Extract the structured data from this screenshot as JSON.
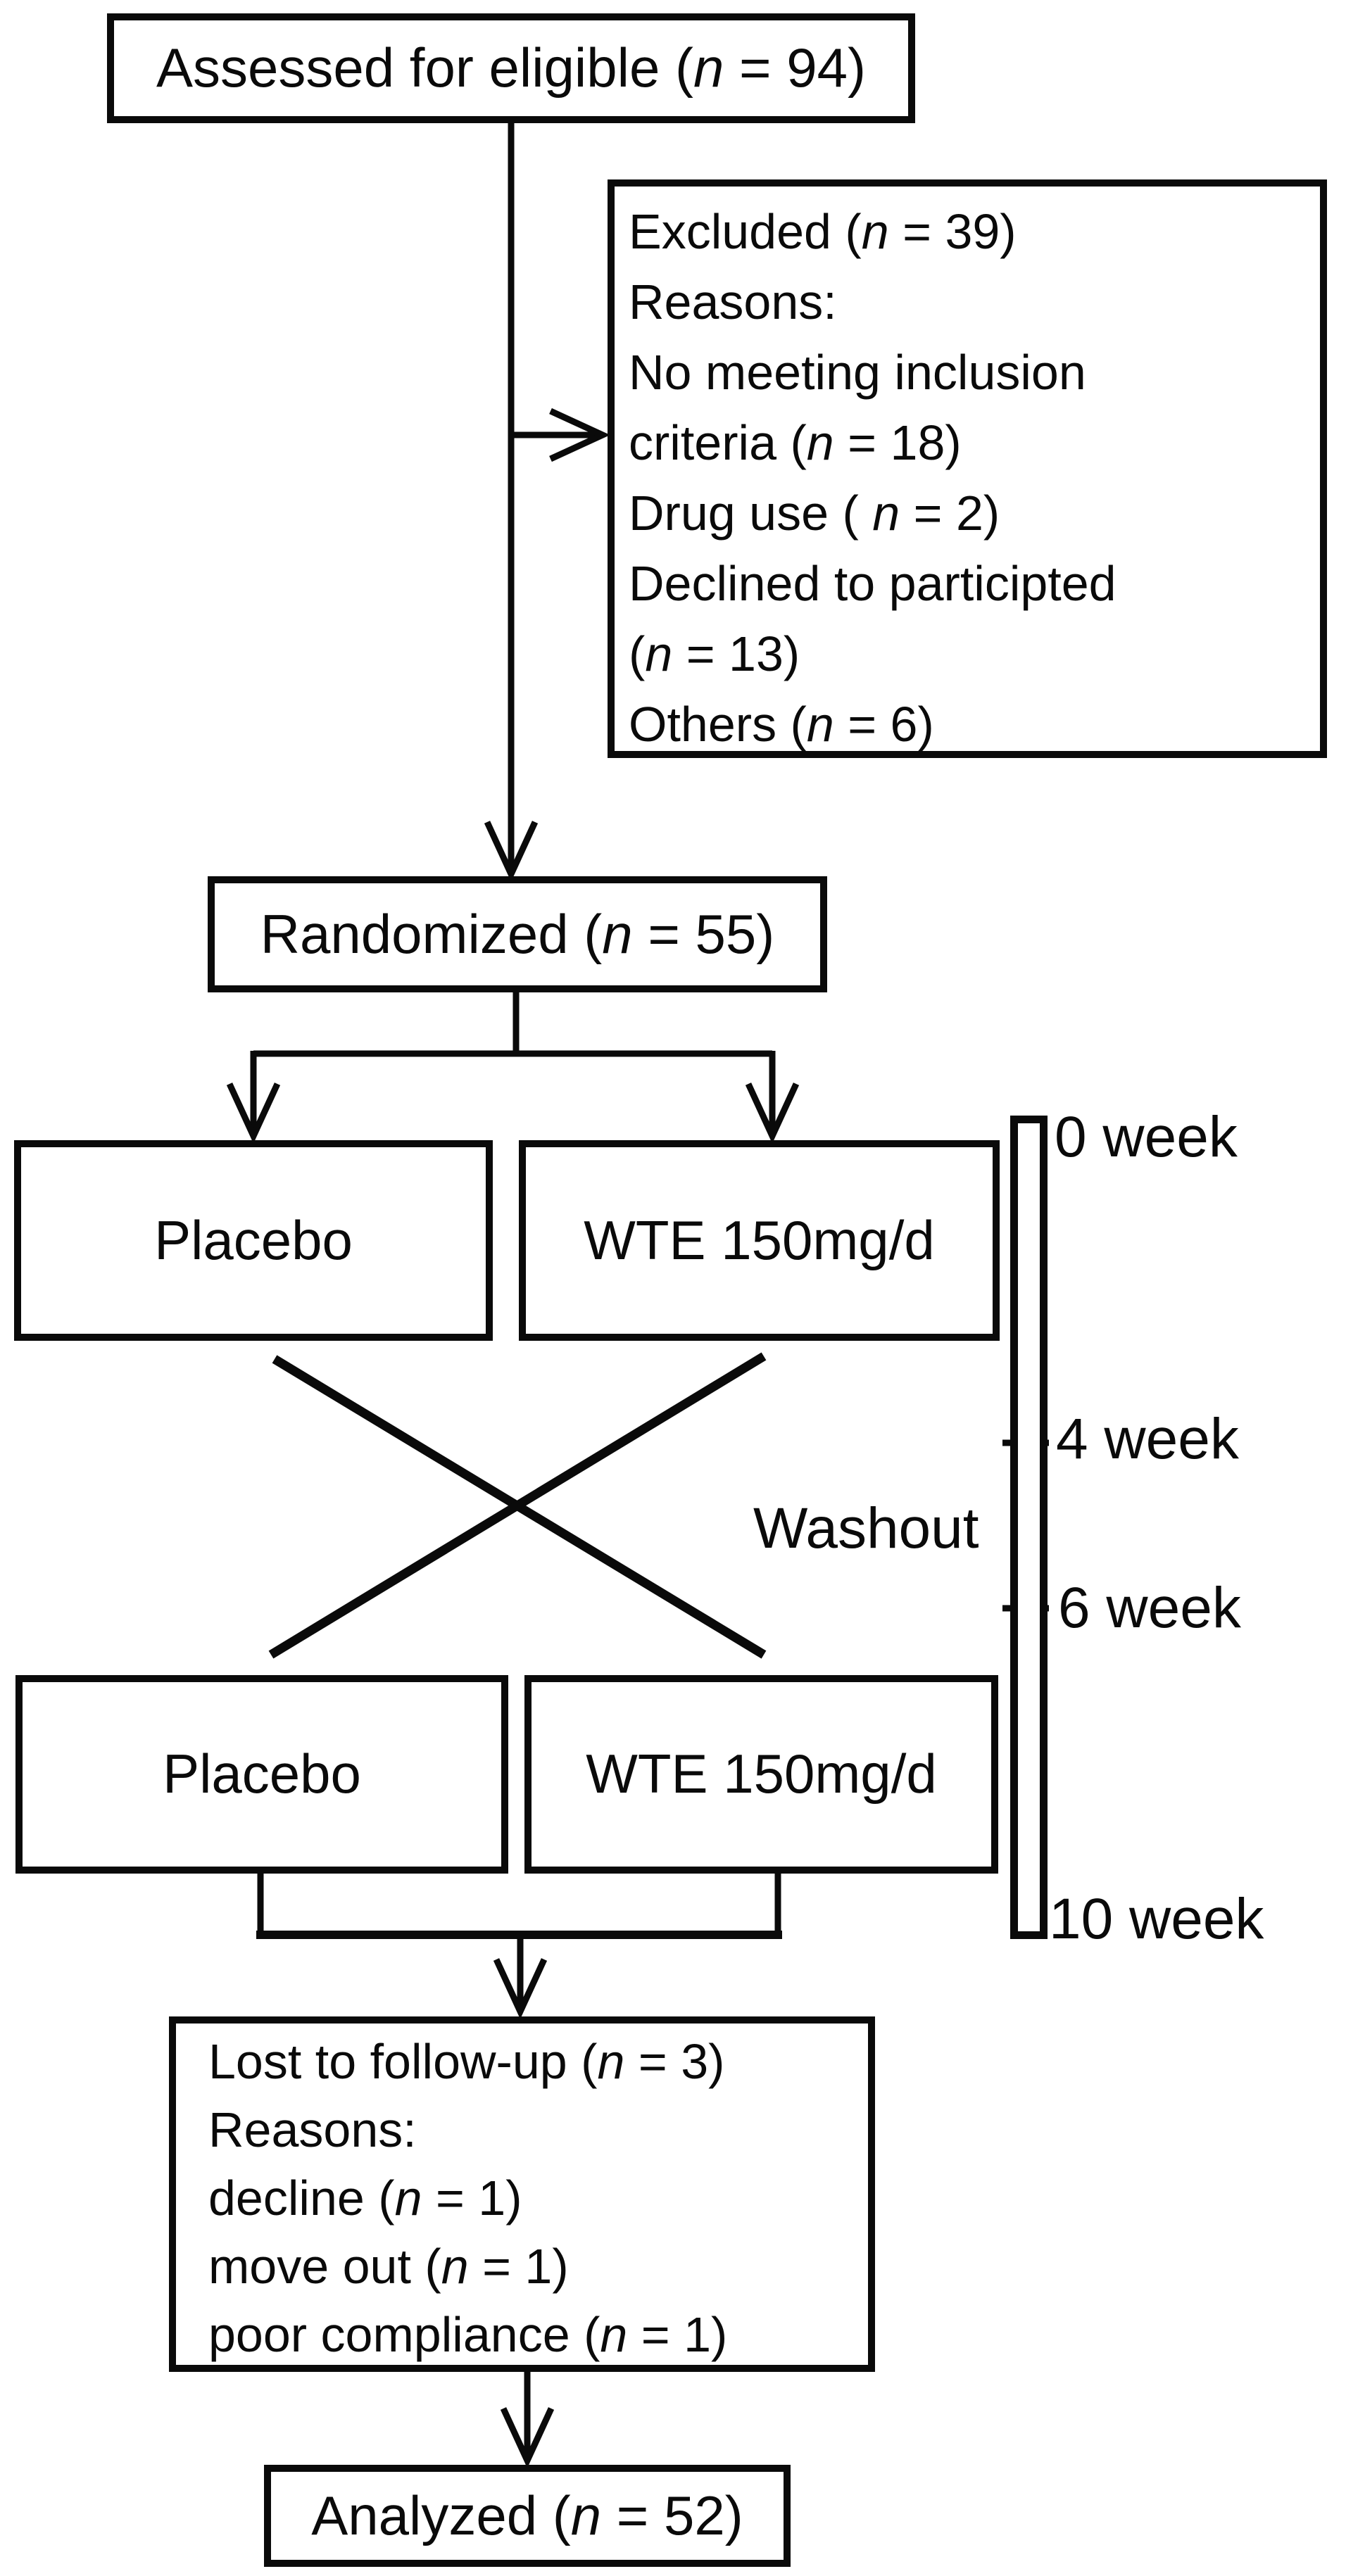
{
  "diagram": {
    "type": "crossover-trial-flowchart",
    "boxes": {
      "assessed": {
        "label": "Assessed for eligible (n = 94)"
      },
      "excluded": {
        "lines": [
          "Excluded (n = 39)",
          "Reasons:",
          "No meeting inclusion",
          "criteria (n = 18)",
          "Drug use ( n = 2)",
          "Declined to participted",
          "(n = 13)",
          "Others (n = 6)"
        ]
      },
      "randomized": {
        "label": "Randomized (n = 55)"
      },
      "placebo_period1": {
        "label": "Placebo"
      },
      "wte_period1": {
        "label": "WTE 150mg/d"
      },
      "placebo_period2": {
        "label": "Placebo"
      },
      "wte_period2": {
        "label": "WTE 150mg/d"
      },
      "lost_followup": {
        "lines": [
          "Lost to follow-up (n = 3)",
          "Reasons:",
          "decline (n = 1)",
          "move out (n = 1)",
          "poor compliance (n = 1)"
        ]
      },
      "analyzed": {
        "label": "Analyzed (n = 52)"
      }
    },
    "washout_label": "Washout",
    "timeline": {
      "labels": [
        "0 week",
        "4 week",
        "6 week",
        "10 week"
      ]
    },
    "colors": {
      "line": "#0a0a0a",
      "background": "#ffffff"
    }
  }
}
